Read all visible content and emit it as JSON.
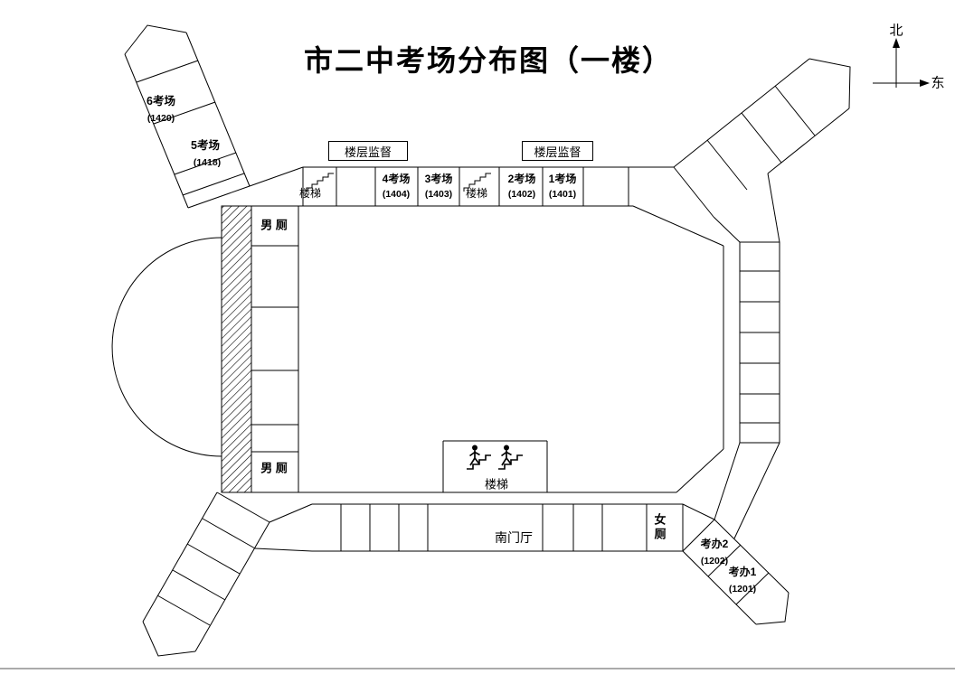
{
  "title": "市二中考场分布图（一楼）",
  "compass": {
    "north": "北",
    "east": "东"
  },
  "supervision": {
    "left": "楼层监督",
    "right": "楼层监督"
  },
  "north_corridor": {
    "stair_left_label": "楼梯",
    "stair_mid_label": "楼梯",
    "rooms": [
      {
        "name": "4考场",
        "number": "(1404)"
      },
      {
        "name": "3考场",
        "number": "(1403)"
      },
      {
        "name": "2考场",
        "number": "(1402)"
      },
      {
        "name": "1考场",
        "number": "(1401)"
      }
    ]
  },
  "northwest_wing": {
    "rooms": [
      {
        "name": "6考场",
        "number": "(1420)"
      },
      {
        "name": "5考场",
        "number": "(1418)"
      }
    ]
  },
  "southeast_wing": {
    "rooms": [
      {
        "name": "考办2",
        "number": "(1202)"
      },
      {
        "name": "考办1",
        "number": "(1201)"
      }
    ]
  },
  "west_side": {
    "mens_toilet_top": "男 厕",
    "mens_toilet_bottom": "男 厕"
  },
  "south_side": {
    "hall": "南门厅",
    "womens_toilet": "女厕",
    "stairs": "楼梯"
  }
}
